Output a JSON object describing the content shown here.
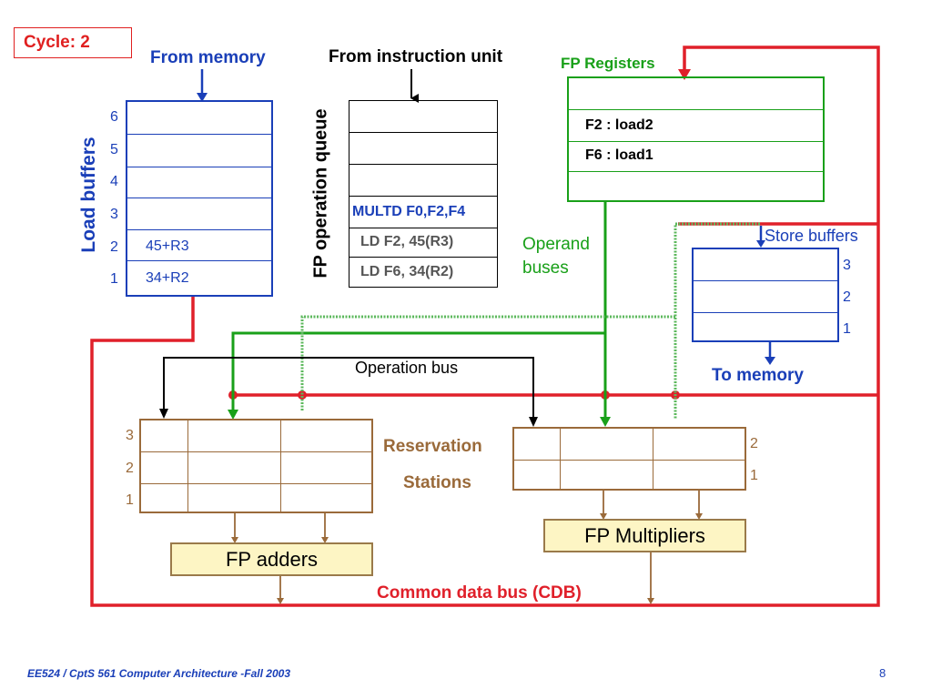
{
  "cycle_label": "Cycle: 2",
  "labels": {
    "from_memory": "From memory",
    "from_instruction_unit": "From instruction unit",
    "fp_registers": "FP Registers",
    "load_buffers": "Load buffers",
    "fp_operation_queue": "FP operation queue",
    "operand_buses_1": "Operand",
    "operand_buses_2": "buses",
    "store_buffers": "Store buffers",
    "to_memory": "To memory",
    "operation_bus": "Operation bus",
    "reservation": "Reservation",
    "stations": "Stations",
    "fp_adders": "FP adders",
    "fp_multipliers": "FP Multipliers",
    "cdb": "Common data bus (CDB)"
  },
  "load_buffers": [
    {
      "num": "6",
      "value": ""
    },
    {
      "num": "5",
      "value": ""
    },
    {
      "num": "4",
      "value": ""
    },
    {
      "num": "3",
      "value": ""
    },
    {
      "num": "2",
      "value": "45+R3"
    },
    {
      "num": "1",
      "value": "34+R2"
    }
  ],
  "op_queue": [
    "",
    "",
    "",
    "MULTD F0,F2,F4",
    "LD F2, 45(R3)",
    "LD F6, 34(R2)"
  ],
  "fp_registers": [
    "",
    "F2 : load2",
    "F6 : load1",
    ""
  ],
  "store_buffers": [
    "3",
    "2",
    "1"
  ],
  "adder_rs": [
    "3",
    "2",
    "1"
  ],
  "mult_rs": [
    "2",
    "1"
  ],
  "colors": {
    "blue": "#1a3fb8",
    "green": "#19a019",
    "red": "#e0202a",
    "brown": "#9a6a3a"
  },
  "footer": {
    "course": "EE524 / CptS 561 Computer Architecture  -Fall 2003",
    "page": "8"
  }
}
